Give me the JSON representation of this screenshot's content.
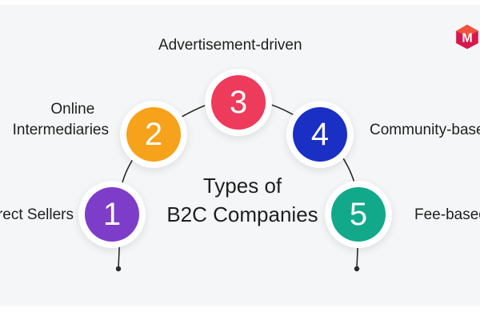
{
  "diagram": {
    "title_line1": "Types of",
    "title_line2": "B2C Companies",
    "nodes": [
      {
        "number": "1",
        "label": "Direct Sellers",
        "color": "#7d3dc9"
      },
      {
        "number": "2",
        "label": "Online Intermediaries",
        "label_line1": "Online",
        "label_line2": "Intermediaries",
        "color": "#f7a21b"
      },
      {
        "number": "3",
        "label": "Advertisement-driven",
        "color": "#ee3a5b"
      },
      {
        "number": "4",
        "label": "Community-based",
        "color": "#1a2fc4"
      },
      {
        "number": "5",
        "label": "Fee-based",
        "color": "#12a98a"
      }
    ],
    "arc_color": "#2b2b2b"
  },
  "logo": {
    "letter": "M",
    "color": "#d6184b"
  }
}
